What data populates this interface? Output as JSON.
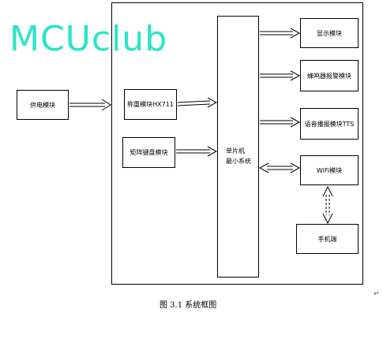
{
  "watermark": "MCUclub",
  "blocks": {
    "power": "供电模块",
    "weigh": "称重模块HX711",
    "keypad": "矩阵键盘模块",
    "mcu_line1": "单片机",
    "mcu_line2": "最小系统",
    "display": "显示模块",
    "buzzer": "蜂鸣器报警模块",
    "voice": "语音播报模块TTS",
    "wifi": "WiFi模块",
    "phone": "手机端"
  },
  "caption": "图 3.1 系统框图",
  "return_mark": "↵"
}
